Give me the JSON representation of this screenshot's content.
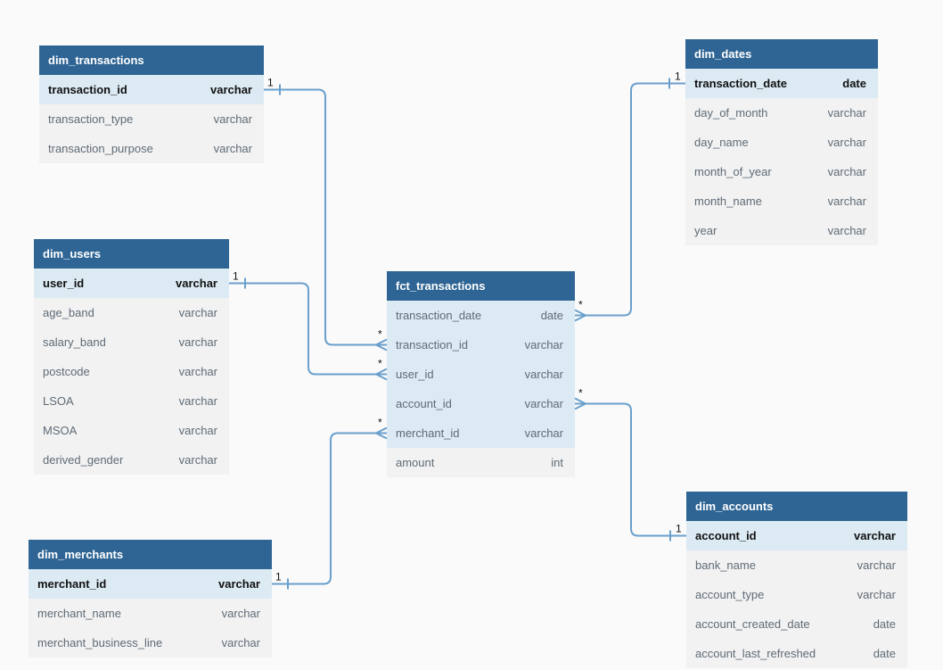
{
  "colors": {
    "background": "#fafafa",
    "header": "#2f6594",
    "key_row": "#dceaf3",
    "plain_row": "#f2f2f2",
    "link": "#6a9fcc"
  },
  "tables": {
    "dim_transactions": {
      "name": "dim_transactions",
      "columns": [
        {
          "name": "transaction_id",
          "type": "varchar",
          "pk": true
        },
        {
          "name": "transaction_type",
          "type": "varchar"
        },
        {
          "name": "transaction_purpose",
          "type": "varchar"
        }
      ]
    },
    "dim_users": {
      "name": "dim_users",
      "columns": [
        {
          "name": "user_id",
          "type": "varchar",
          "pk": true
        },
        {
          "name": "age_band",
          "type": "varchar"
        },
        {
          "name": "salary_band",
          "type": "varchar"
        },
        {
          "name": "postcode",
          "type": "varchar"
        },
        {
          "name": "LSOA",
          "type": "varchar"
        },
        {
          "name": "MSOA",
          "type": "varchar"
        },
        {
          "name": "derived_gender",
          "type": "varchar"
        }
      ]
    },
    "dim_merchants": {
      "name": "dim_merchants",
      "columns": [
        {
          "name": "merchant_id",
          "type": "varchar",
          "pk": true
        },
        {
          "name": "merchant_name",
          "type": "varchar"
        },
        {
          "name": "merchant_business_line",
          "type": "varchar"
        }
      ]
    },
    "fct_transactions": {
      "name": "fct_transactions",
      "columns": [
        {
          "name": "transaction_date",
          "type": "date",
          "fk": true
        },
        {
          "name": "transaction_id",
          "type": "varchar",
          "fk": true
        },
        {
          "name": "user_id",
          "type": "varchar",
          "fk": true
        },
        {
          "name": "account_id",
          "type": "varchar",
          "fk": true
        },
        {
          "name": "merchant_id",
          "type": "varchar",
          "fk": true
        },
        {
          "name": "amount",
          "type": "int"
        }
      ]
    },
    "dim_dates": {
      "name": "dim_dates",
      "columns": [
        {
          "name": "transaction_date",
          "type": "date",
          "pk": true
        },
        {
          "name": "day_of_month",
          "type": "varchar"
        },
        {
          "name": "day_name",
          "type": "varchar"
        },
        {
          "name": "month_of_year",
          "type": "varchar"
        },
        {
          "name": "month_name",
          "type": "varchar"
        },
        {
          "name": "year",
          "type": "varchar"
        }
      ]
    },
    "dim_accounts": {
      "name": "dim_accounts",
      "columns": [
        {
          "name": "account_id",
          "type": "varchar",
          "pk": true
        },
        {
          "name": "bank_name",
          "type": "varchar"
        },
        {
          "name": "account_type",
          "type": "varchar"
        },
        {
          "name": "account_created_date",
          "type": "date"
        },
        {
          "name": "account_last_refreshed",
          "type": "date"
        }
      ]
    }
  },
  "relationships": [
    {
      "from_table": "dim_transactions",
      "from_column": "transaction_id",
      "from_card": "1",
      "to_table": "fct_transactions",
      "to_column": "transaction_id",
      "to_card": "*"
    },
    {
      "from_table": "dim_users",
      "from_column": "user_id",
      "from_card": "1",
      "to_table": "fct_transactions",
      "to_column": "user_id",
      "to_card": "*"
    },
    {
      "from_table": "dim_merchants",
      "from_column": "merchant_id",
      "from_card": "1",
      "to_table": "fct_transactions",
      "to_column": "merchant_id",
      "to_card": "*"
    },
    {
      "from_table": "dim_dates",
      "from_column": "transaction_date",
      "from_card": "1",
      "to_table": "fct_transactions",
      "to_column": "transaction_date",
      "to_card": "*"
    },
    {
      "from_table": "dim_accounts",
      "from_column": "account_id",
      "from_card": "1",
      "to_table": "fct_transactions",
      "to_column": "account_id",
      "to_card": "*"
    }
  ]
}
